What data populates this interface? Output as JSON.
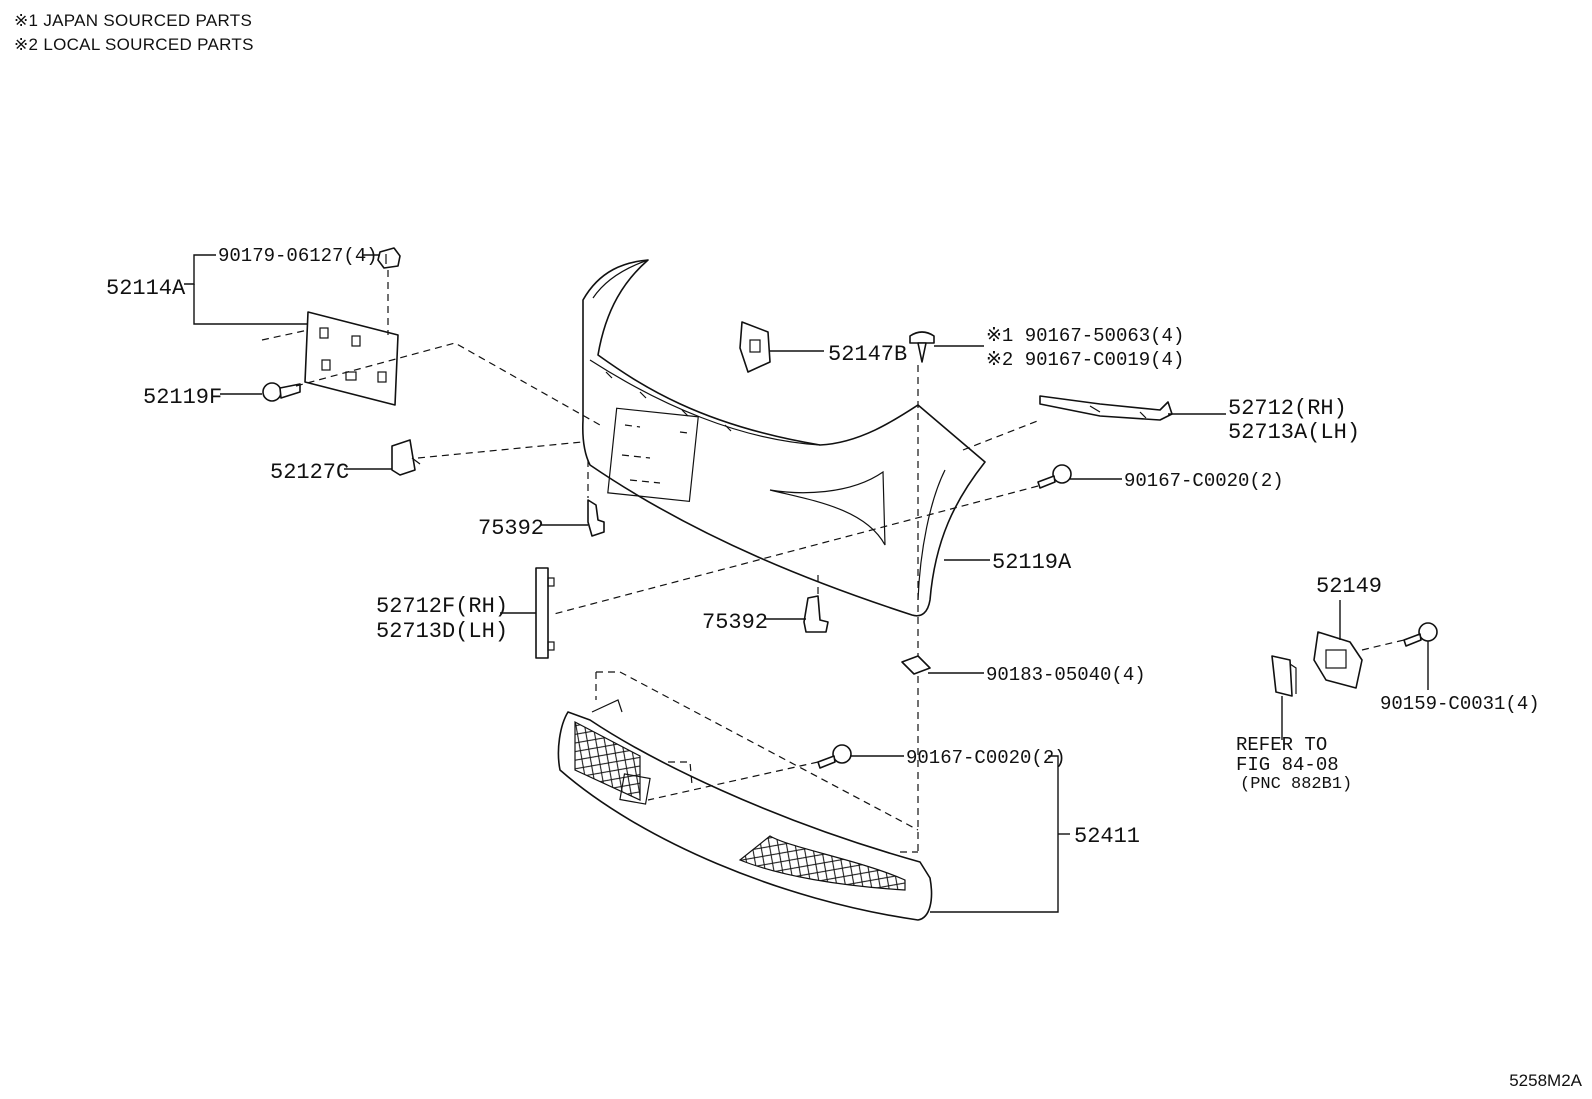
{
  "notes": [
    "※1 JAPAN SOURCED PARTS",
    "※2 LOCAL SOURCED PARTS"
  ],
  "figure_code": "5258M2A",
  "callouts": {
    "c52114A": "52114A",
    "c90179": "90179-06127(4)",
    "c52119F": "52119F",
    "c52127C": "52127C",
    "c75392a": "75392",
    "c52712F": "52712F(RH)",
    "c52713D": "52713D(LH)",
    "c75392b": "75392",
    "c52147B": "52147B",
    "c90167_50063": "※1 90167-50063(4)",
    "c90167_C0019": "※2 90167-C0019(4)",
    "c52712": "52712(RH)",
    "c52713A": "52713A(LH)",
    "c90167_C0020a": "90167-C0020(2)",
    "c52119A": "52119A",
    "c90183": "90183-05040(4)",
    "c52149": "52149",
    "c90159": "90159-C0031(4)",
    "c90167_C0020b": "90167-C0020(2)",
    "c52411": "52411",
    "refer1": "REFER TO",
    "refer2": "FIG 84-08",
    "refer3": "(PNC 882B1)"
  }
}
